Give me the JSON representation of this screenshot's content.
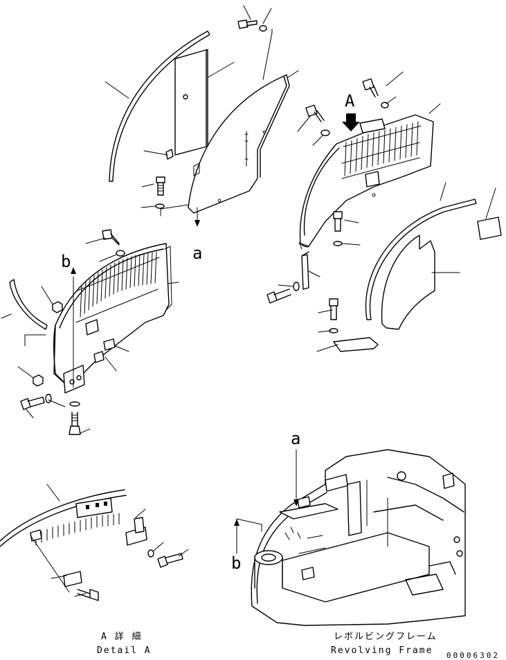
{
  "labels": {
    "view_a": "A",
    "ref_a_top": "a",
    "ref_b_left": "b",
    "ref_a_frame": "a",
    "ref_b_frame": "b"
  },
  "captions": {
    "detail_jp": "A 詳 細",
    "detail_en": "Detail A",
    "frame_jp": "レボルビングフレーム",
    "frame_en": "Revolving Frame"
  },
  "document_number": "00006302"
}
